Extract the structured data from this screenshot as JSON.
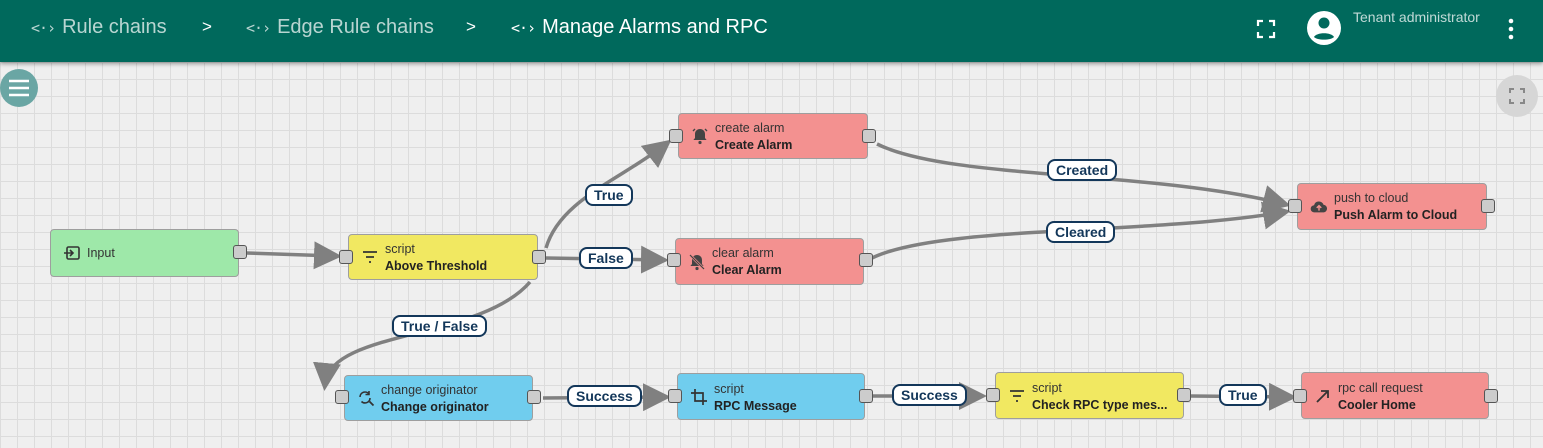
{
  "header": {
    "breadcrumbs": [
      {
        "label": "Rule chains"
      },
      {
        "label": "Edge Rule chains"
      },
      {
        "label": "Manage Alarms and RPC"
      }
    ],
    "separator": ">",
    "crumb_icon": "<·›",
    "user_role": "Tenant administrator",
    "brand_color": "#00695c"
  },
  "nodes": {
    "input": {
      "name": "Input"
    },
    "above_threshold": {
      "type": "script",
      "name": "Above Threshold"
    },
    "create_alarm": {
      "type": "create alarm",
      "name": "Create Alarm"
    },
    "clear_alarm": {
      "type": "clear alarm",
      "name": "Clear Alarm"
    },
    "push_to_cloud": {
      "type": "push to cloud",
      "name": "Push Alarm to Cloud"
    },
    "change_originator": {
      "type": "change originator",
      "name": "Change originator"
    },
    "rpc_message": {
      "type": "script",
      "name": "RPC Message"
    },
    "check_rpc": {
      "type": "script",
      "name": "Check RPC type mes..."
    },
    "rpc_call": {
      "type": "rpc call request",
      "name": "Cooler Home"
    }
  },
  "edges": {
    "true": "True",
    "false": "False",
    "true_false": "True / False",
    "created": "Created",
    "cleared": "Cleared",
    "success1": "Success",
    "success2": "Success",
    "true2": "True"
  },
  "icons": {
    "menu": "menu-icon",
    "fullscreen": "fullscreen-icon",
    "account": "account-circle-icon",
    "more": "more-vert-icon"
  },
  "colors": {
    "input": "#9ee8a9",
    "filter": "#f1e861",
    "action": "#f39190",
    "transform": "#70cdee",
    "label_border": "#13375a"
  }
}
